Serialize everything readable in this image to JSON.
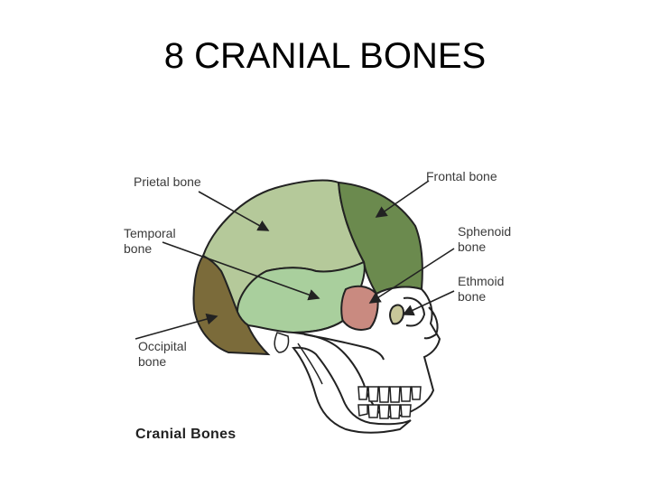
{
  "slide": {
    "title": "8 CRANIAL BONES"
  },
  "diagram": {
    "caption": "Cranial Bones",
    "labels": {
      "parietal": "Prietal bone",
      "frontal": "Frontal bone",
      "temporal_line1": "Temporal",
      "temporal_line2": "bone",
      "sphenoid_line1": "Sphenoid",
      "sphenoid_line2": "bone",
      "ethmoid_line1": "Ethmoid",
      "ethmoid_line2": "bone",
      "occipital_line1": "Occipital",
      "occipital_line2": "bone"
    },
    "colors": {
      "parietal": "#b5c99a",
      "frontal": "#6b8a4e",
      "temporal": "#a9cf9d",
      "sphenoid": "#c98a80",
      "ethmoid": "#c8c79a",
      "occipital": "#7b6b3a",
      "face": "#ffffff",
      "outline": "#222222"
    }
  }
}
